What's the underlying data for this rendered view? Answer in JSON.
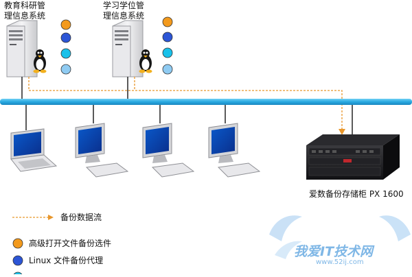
{
  "servers": [
    {
      "name_line1": "教育科研管",
      "name_line2": "理信息系统"
    },
    {
      "name_line1": "学习学位管",
      "name_line2": "理信息系统"
    }
  ],
  "storage": {
    "label": "爱数备份存储柜 PX 1600"
  },
  "legend": {
    "flow_label": "备份数据流",
    "items": [
      {
        "label": "高级打开文件备份选件",
        "color": "#f39a1d"
      },
      {
        "label": "Linux 文件备份代理",
        "color": "#2c55d6"
      }
    ]
  },
  "colors": {
    "network_bus": "#29a9e1",
    "flow_line": "#e8962b",
    "dot_orange": "#f39a1d",
    "dot_blue": "#2c55d6",
    "dot_cyan": "#19c1ea",
    "dot_light_blue": "#8fcbf2"
  },
  "watermark": {
    "line1": "我爱IT技术网",
    "line2": "www.52ij.com"
  }
}
